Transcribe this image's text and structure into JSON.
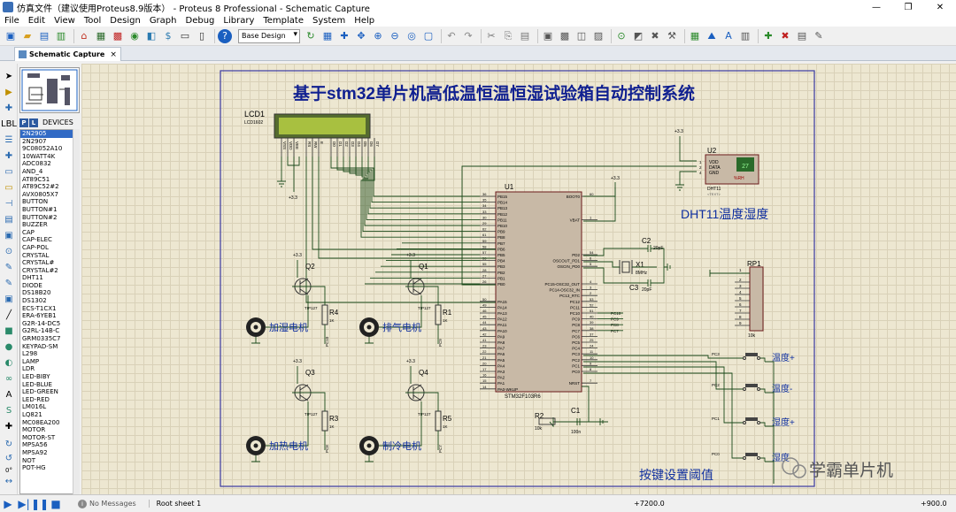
{
  "window": {
    "title": "仿真文件（建议使用Proteus8.9版本） - Proteus 8 Professional - Schematic Capture",
    "minimize": "—",
    "restore": "❐",
    "close": "✕"
  },
  "menu": [
    "File",
    "Edit",
    "View",
    "Tool",
    "Design",
    "Graph",
    "Debug",
    "Library",
    "Template",
    "System",
    "Help"
  ],
  "toolbar": {
    "design_select": "Base Design"
  },
  "tab": {
    "label": "Schematic Capture",
    "close": "×"
  },
  "devices": {
    "mode_p": "P",
    "mode_l": "L",
    "title": "DEVICES",
    "selected": "2N2905",
    "items": [
      "2N2905",
      "2N2907",
      "9C08052A10",
      "10WATT4K",
      "ADC0832",
      "AND_4",
      "AT89C51",
      "AT89C52#2",
      "AVX0805X7",
      "BUTTON",
      "BUTTON#1",
      "BUTTON#2",
      "BUZZER",
      "CAP",
      "CAP-ELEC",
      "CAP-POL",
      "CRYSTAL",
      "CRYSTAL#",
      "CRYSTAL#2",
      "DHT11",
      "DIODE",
      "DS18B20",
      "DS1302",
      "ECS-T1CX1",
      "ERA-6YEB1",
      "G2R-14-DC5",
      "G2RL-14B-C",
      "GRM0335C7",
      "KEYPAD-SM",
      "L298",
      "LAMP",
      "LDR",
      "LED-BIBY",
      "LED-BLUE",
      "LED-GREEN",
      "LED-RED",
      "LM016L",
      "LQ821",
      "MC08EA200",
      "MOTOR",
      "MOTOR-ST",
      "MPSA56",
      "MPSA92",
      "NOT",
      "POT-HG"
    ]
  },
  "toolcol": {
    "rotate_angle": "0°"
  },
  "schematic": {
    "title": "基于stm32单片机高低温恒温恒湿试验箱自动控制系统",
    "text_tag": "<TEXT>",
    "lcd": {
      "ref": "LCD1",
      "part": "LCD1602",
      "pins": [
        "VSS",
        "VDD",
        "VEE",
        "RS",
        "RW",
        "E",
        "D0",
        "D1",
        "D2",
        "D3",
        "D4",
        "D5",
        "D6",
        "D7"
      ]
    },
    "mcu": {
      "ref": "U1",
      "part": "STM32F103R6",
      "left_pins": [
        "PB15",
        "PB14",
        "PB13",
        "PB12",
        "PB11",
        "PB10",
        "PB9",
        "PB8",
        "PB7",
        "PB6",
        "PB5",
        "PB4",
        "PB3",
        "PB2",
        "PB1",
        "PB0",
        "",
        "",
        "PA15",
        "PA14",
        "PA13",
        "PA12",
        "PA11",
        "PA10",
        "PA9",
        "PA8",
        "PA7",
        "PA6",
        "PA5",
        "PA4",
        "PA3",
        "PA2",
        "PA1",
        "PA0-WKUP"
      ],
      "left_nums": [
        "36",
        "35",
        "34",
        "33",
        "30",
        "29",
        "62",
        "61",
        "59",
        "58",
        "57",
        "56",
        "55",
        "28",
        "27",
        "26",
        "",
        "",
        "50",
        "49",
        "46",
        "45",
        "44",
        "43",
        "42",
        "41",
        "23",
        "22",
        "21",
        "20",
        "17",
        "16",
        "15",
        "14"
      ],
      "right_pins": [
        "BOOT0",
        "",
        "",
        "",
        "VBAT",
        "",
        "",
        "",
        "",
        "",
        "PD2",
        "OSCOUT_PD1",
        "OSCIN_PD0",
        "",
        "",
        "PC15-OSC32_OUT",
        "PC14-OSC32_IN",
        "PC13_RTC",
        "PC12",
        "PC11",
        "PC10",
        "PC9",
        "PC8",
        "PC7",
        "PC6",
        "PC5",
        "PC4",
        "PC3",
        "PC2",
        "PC1",
        "PC0",
        "",
        "NRST"
      ],
      "right_nums": [
        "60",
        "",
        "",
        "",
        "1",
        "",
        "",
        "",
        "",
        "",
        "54",
        "6",
        "5",
        "",
        "",
        "4",
        "3",
        "2",
        "53",
        "52",
        "51",
        "40",
        "39",
        "38",
        "37",
        "25",
        "24",
        "11",
        "10",
        "9",
        "8",
        "",
        "7"
      ]
    },
    "dht": {
      "ref": "U2",
      "part": "DHT11",
      "pins": [
        "VDD",
        "DATA",
        "GND"
      ],
      "pin_nums": [
        "1",
        "2",
        "4"
      ],
      "temp_display": "27",
      "hum_display": "%RH",
      "label": "DHT11温度湿度"
    },
    "rp": {
      "ref": "RP1",
      "value": "10k",
      "pins": [
        "2",
        "3",
        "4",
        "5",
        "6",
        "7",
        "8",
        "9"
      ],
      "pin1": "1"
    },
    "c2": {
      "ref": "C2",
      "value": "20pF"
    },
    "c3": {
      "ref": "C3",
      "value": "20pF"
    },
    "x1": {
      "ref": "X1",
      "value": "8MHz"
    },
    "r2": {
      "ref": "R2",
      "value": "10k"
    },
    "c1": {
      "ref": "C1",
      "value": "100n"
    },
    "power": "+3.3",
    "motors": [
      {
        "q": "Q2",
        "r": "R4",
        "r_val": "1K",
        "tip": "TIP127",
        "label": "加湿电机",
        "net": "PC10"
      },
      {
        "q": "Q1",
        "r": "R1",
        "r_val": "1K",
        "tip": "TIP127",
        "label": "排气电机",
        "net": "PC9"
      },
      {
        "q": "Q3",
        "r": "R3",
        "r_val": "1K",
        "tip": "TIP127",
        "label": "加热电机",
        "net": "PC8"
      },
      {
        "q": "Q4",
        "r": "R5",
        "r_val": "1K",
        "tip": "TIP127",
        "label": "制冷电机",
        "net": "PC7"
      }
    ],
    "pc_nets_right": [
      "PC10",
      "PC9",
      "PC8",
      "PC7"
    ],
    "button_nets": [
      "PC3",
      "PC2",
      "PC1",
      "PC0"
    ],
    "buttons": [
      "温度+",
      "温度-",
      "湿度+",
      "湿度-"
    ],
    "key_label": "按键设置阈值",
    "watermark": "学霸单片机"
  },
  "status": {
    "messages": "No Messages",
    "sheet": "Root sheet 1",
    "x": "+7200.0",
    "y": "+900.0"
  }
}
